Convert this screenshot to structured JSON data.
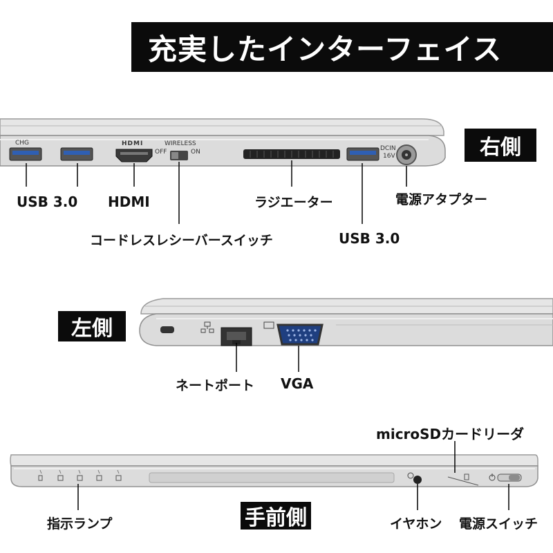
{
  "title": "充実したインターフェイス",
  "sides": {
    "right": "右側",
    "left": "左側",
    "front": "手前側"
  },
  "right_side": {
    "port_marks": {
      "usb_chg": "CHG",
      "hdmi_logo": "HDMI",
      "wireless": "WIRELESS",
      "off": "OFF",
      "on": "ON",
      "dcin": "DCIN",
      "volt": "16V"
    },
    "labels": {
      "usb1": "USB 3.0",
      "hdmi": "HDMI",
      "cordless": "コードレスレシーバースイッチ",
      "radiator": "ラジエーター",
      "usb2": "USB 3.0",
      "power_adapter": "電源アタプター"
    }
  },
  "left_side": {
    "labels": {
      "network": "ネートポート",
      "vga": "VGA"
    }
  },
  "front_side": {
    "labels": {
      "microsd": "microSDカードリーダ",
      "indicator": "指示ランプ",
      "earphone": "イヤホン",
      "power_switch": "電源スイッチ"
    }
  },
  "colors": {
    "badge_bg": "#0b0b0b",
    "chassis": "#d9d9d9",
    "port_blue": "#2f5fb3"
  }
}
